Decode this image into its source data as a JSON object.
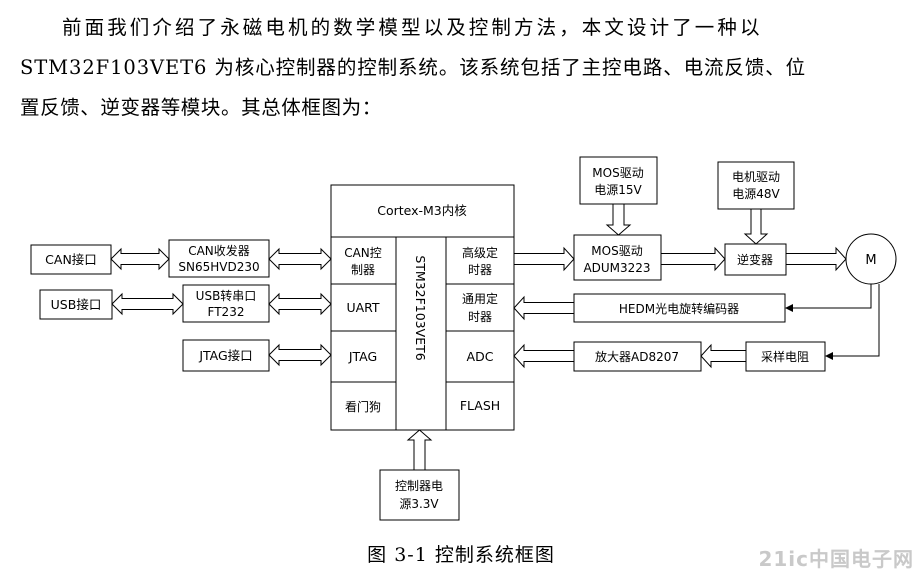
{
  "paragraph": {
    "line1": "前面我们介绍了永磁电机的数学模型以及控制方法，本文设计了一种以",
    "line2": "STM32F103VET6 为核心控制器的控制系统。该系统包括了主控电路、电流反馈、位",
    "line3": "置反馈、逆变器等模块。其总体框图为："
  },
  "diagram": {
    "can_port": "CAN接口",
    "usb_port": "USB接口",
    "jtag_port": "JTAG接口",
    "can_transceiver": [
      "CAN收发器",
      "SN65HVD230"
    ],
    "usb_serial": [
      "USB转串口",
      "FT232"
    ],
    "core": "Cortex-M3内核",
    "mcu": "STM32F103VET6",
    "can_ctrl": [
      "CAN控",
      "制器"
    ],
    "uart": "UART",
    "jtag": "JTAG",
    "watchdog": "看门狗",
    "adv_timer": [
      "高级定",
      "时器"
    ],
    "gp_timer": [
      "通用定",
      "时器"
    ],
    "adc": "ADC",
    "flash": "FLASH",
    "mos_supply": [
      "MOS驱动",
      "电源15V"
    ],
    "motor_supply": [
      "电机驱动",
      "电源48V"
    ],
    "mos_driver": [
      "MOS驱动",
      "ADUM3223"
    ],
    "inverter": "逆变器",
    "motor": "M",
    "encoder": "HEDM光电旋转编码器",
    "amplifier": "放大器AD8207",
    "sample_resistor": "采样电阻",
    "ctrl_supply": [
      "控制器电",
      "源3.3V"
    ]
  },
  "caption": "图 3-1 控制系统框图",
  "watermark": "21ic中国电子网"
}
